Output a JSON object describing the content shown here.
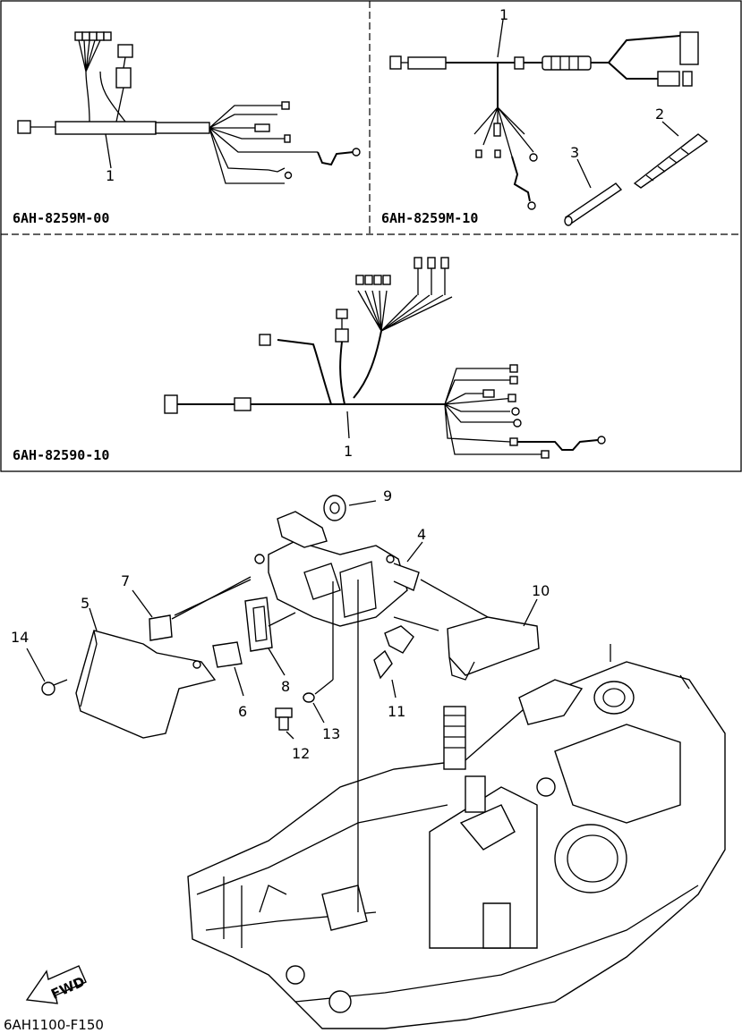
{
  "panels": [
    {
      "code": "6AH-8259M-00",
      "callouts": [
        "1"
      ]
    },
    {
      "code": "6AH-8259M-10",
      "callouts": [
        "1",
        "2",
        "3"
      ]
    },
    {
      "code": "6AH-82590-10",
      "callouts": [
        "1"
      ]
    }
  ],
  "lower_callouts": [
    "4",
    "5",
    "6",
    "7",
    "8",
    "9",
    "10",
    "11",
    "12",
    "13",
    "14"
  ],
  "fwd_label": "FWD",
  "figure_ref": "6AH1100-F150"
}
